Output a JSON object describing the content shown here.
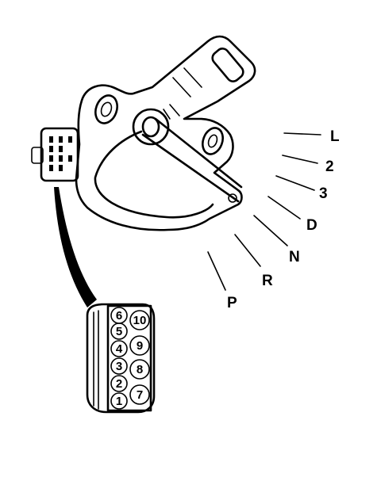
{
  "positions": [
    {
      "key": "L",
      "label": "L"
    },
    {
      "key": "2",
      "label": "2"
    },
    {
      "key": "3",
      "label": "3"
    },
    {
      "key": "D",
      "label": "D"
    },
    {
      "key": "N",
      "label": "N"
    },
    {
      "key": "R",
      "label": "R"
    },
    {
      "key": "P",
      "label": "P"
    }
  ],
  "connector_pins": {
    "left_column": [
      "6",
      "5",
      "4",
      "3",
      "2",
      "1"
    ],
    "right_column": [
      "10",
      "9",
      "8",
      "7"
    ]
  }
}
